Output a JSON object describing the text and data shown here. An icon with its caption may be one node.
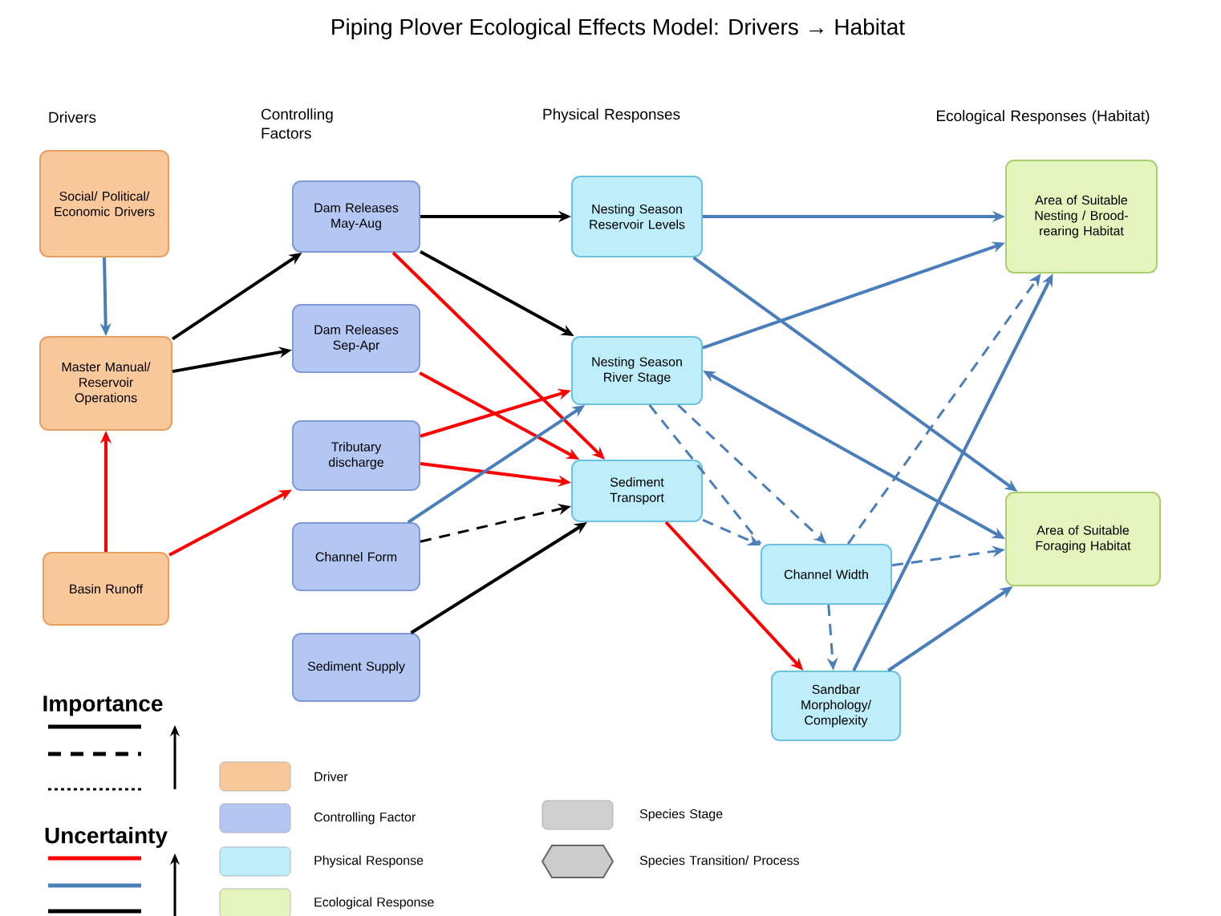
{
  "diagram": {
    "title": "Piping Plover Ecological Effects Model: Drivers → Habitat",
    "nodes": [
      {
        "text": [
          "Social/ Political/ Economic Drivers"
        ]
      },
      {
        "text": [
          "Master Manual/ Reservoir Operations"
        ]
      },
      {
        "text": [
          "Basin Runoff"
        ]
      },
      {
        "text": [
          "Dam Releases May-Aug"
        ]
      },
      {
        "text": [
          "Dam Releases Sep-Apr"
        ]
      },
      {
        "text": [
          "Tributary discharge"
        ]
      },
      {
        "text": [
          "Channel Form"
        ]
      },
      {
        "text": [
          "Sediment Supply"
        ]
      },
      {
        "text": [
          "Nesting Season Reservoir Levels"
        ]
      },
      {
        "text": [
          "Nesting Season River Stage"
        ]
      },
      {
        "text": [
          "Sediment Transport"
        ]
      },
      {
        "text": [
          "Channel Width"
        ]
      },
      {
        "text": [
          "Sandbar Morphology/ Complexity"
        ]
      },
      {
        "text": [
          "Area of Suitable Nesting / Brood-rearing Habitat"
        ]
      },
      {
        "text": [
          "Area of Suitable Foraging Habitat"
        ]
      }
    ],
    "edges": [
      {
        "from": 0,
        "to": 1,
        "arrow": "to"
      },
      {
        "from": 2,
        "to": 1,
        "arrow": "to",
        "color": "#ff0000"
      },
      {
        "from": 1,
        "to": 3,
        "arrow": "to",
        "color": "#000000"
      },
      {
        "from": 1,
        "to": 4,
        "arrow": "to",
        "color": "#000000"
      },
      {
        "from": 2,
        "to": 5,
        "arrow": "to",
        "color": "#ff0000"
      },
      {
        "from": 3,
        "to": 8,
        "arrow": "to",
        "color": "#000000"
      },
      {
        "from": 3,
        "to": 9,
        "arrow": "to",
        "color": "#000000"
      },
      {
        "from": 3,
        "to": 10,
        "arrow": "to",
        "color": "#ff0000"
      },
      {
        "from": 4,
        "to": 10,
        "arrow": "to",
        "color": "#ff0000"
      },
      {
        "from": 5,
        "to": 9,
        "arrow": "to",
        "color": "#ff0000"
      },
      {
        "from": 5,
        "to": 10,
        "arrow": "to",
        "color": "#ff0000"
      },
      {
        "from": 6,
        "to": 9,
        "arrow": "to"
      },
      {
        "from": 6,
        "to": 10,
        "arrow": "to",
        "style": "dashed",
        "color": "#000000"
      },
      {
        "from": 7,
        "to": 10,
        "arrow": "to",
        "color": "#000000"
      },
      {
        "from": 8,
        "to": 13,
        "arrow": "to"
      },
      {
        "from": 8,
        "to": 14,
        "arrow": "to"
      },
      {
        "from": 9,
        "to": 13,
        "arrow": "to"
      },
      {
        "from": 9,
        "to": 14,
        "arrow": "both"
      },
      {
        "from": 9,
        "to": 11,
        "arrow": "none",
        "style": "dashed"
      },
      {
        "from": 9,
        "to": 11,
        "arrow": "to",
        "style": "dashed"
      },
      {
        "from": 10,
        "to": 11,
        "arrow": "to",
        "style": "dashed"
      },
      {
        "from": 10,
        "to": 12,
        "arrow": "to",
        "color": "#ff0000"
      },
      {
        "from": 11,
        "to": 12,
        "arrow": "to",
        "style": "dashed"
      },
      {
        "from": 11,
        "to": 13,
        "arrow": "to",
        "style": "dashed"
      },
      {
        "from": 11,
        "to": 14,
        "arrow": "to",
        "style": "dashed"
      },
      {
        "from": 12,
        "to": 13,
        "arrow": "to"
      },
      {
        "from": 12,
        "to": 14,
        "arrow": "to"
      }
    ],
    "labels": [
      "Drivers",
      "Controlling Factors",
      "Physical Responses",
      "Ecological Responses (Habitat)",
      "Importance",
      "Uncertainty"
    ],
    "legend": [
      {
        "text": "Driver",
        "color": "#f9c89b"
      },
      {
        "text": "Controlling Factor",
        "color": "#b4c7f2"
      },
      {
        "text": "Physical Response",
        "color": "#bdeef9"
      },
      {
        "text": "Ecological Response",
        "color": "#e3f5bd"
      },
      {
        "text": "Species Stage",
        "color": "#cfcfcf"
      },
      {
        "text": "Species Transition/ Process"
      }
    ]
  }
}
